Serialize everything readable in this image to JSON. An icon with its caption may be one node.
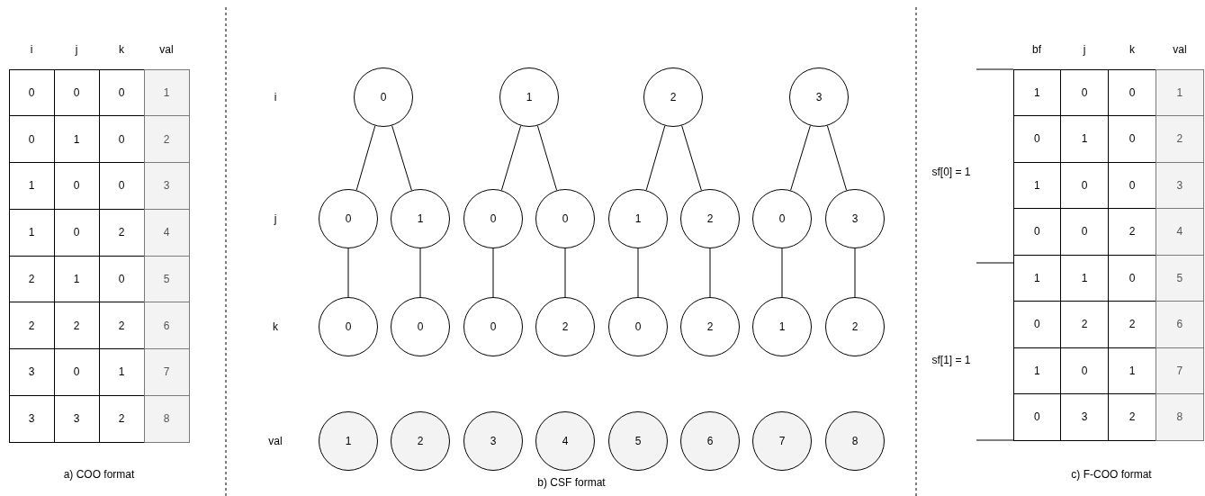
{
  "diagram": {
    "nodes": [
      {
        "text": [
          "0"
        ]
      },
      {
        "text": [
          "1"
        ]
      },
      {
        "text": [
          "2"
        ]
      },
      {
        "text": [
          "3"
        ]
      },
      {
        "text": [
          "0"
        ]
      },
      {
        "text": [
          "1"
        ]
      },
      {
        "text": [
          "0"
        ]
      },
      {
        "text": [
          "0"
        ]
      },
      {
        "text": [
          "1"
        ]
      },
      {
        "text": [
          "2"
        ]
      },
      {
        "text": [
          "0"
        ]
      },
      {
        "text": [
          "3"
        ]
      },
      {
        "text": [
          "0"
        ]
      },
      {
        "text": [
          "0"
        ]
      },
      {
        "text": [
          "0"
        ]
      },
      {
        "text": [
          "2"
        ]
      },
      {
        "text": [
          "0"
        ]
      },
      {
        "text": [
          "2"
        ]
      },
      {
        "text": [
          "1"
        ]
      },
      {
        "text": [
          "2"
        ]
      },
      {
        "text": [
          "1"
        ]
      },
      {
        "text": [
          "2"
        ]
      },
      {
        "text": [
          "3"
        ]
      },
      {
        "text": [
          "4"
        ]
      },
      {
        "text": [
          "5"
        ]
      },
      {
        "text": [
          "6"
        ]
      },
      {
        "text": [
          "7"
        ]
      },
      {
        "text": [
          "8"
        ]
      }
    ],
    "edges": [
      {
        "from": 0,
        "to": 4,
        "arrow": "none"
      },
      {
        "from": 0,
        "to": 5,
        "arrow": "none"
      },
      {
        "from": 1,
        "to": 6,
        "arrow": "none"
      },
      {
        "from": 1,
        "to": 7,
        "arrow": "none"
      },
      {
        "from": 2,
        "to": 8,
        "arrow": "none"
      },
      {
        "from": 2,
        "to": 9,
        "arrow": "none"
      },
      {
        "from": 3,
        "to": 10,
        "arrow": "none"
      },
      {
        "from": 3,
        "to": 11,
        "arrow": "none"
      },
      {
        "from": 4,
        "to": 12,
        "arrow": "none"
      },
      {
        "from": 5,
        "to": 13,
        "arrow": "none"
      },
      {
        "from": 6,
        "to": 14,
        "arrow": "none"
      },
      {
        "from": 7,
        "to": 15,
        "arrow": "none"
      },
      {
        "from": 8,
        "to": 16,
        "arrow": "none"
      },
      {
        "from": 9,
        "to": 17,
        "arrow": "none"
      },
      {
        "from": 10,
        "to": 18,
        "arrow": "none"
      },
      {
        "from": 11,
        "to": 19,
        "arrow": "none"
      }
    ],
    "labels": [
      "i",
      "j",
      "k",
      "val",
      "0",
      "0",
      "0",
      "1",
      "0",
      "1",
      "0",
      "2",
      "1",
      "0",
      "0",
      "3",
      "1",
      "0",
      "2",
      "4",
      "2",
      "1",
      "0",
      "5",
      "2",
      "2",
      "2",
      "6",
      "3",
      "0",
      "1",
      "7",
      "3",
      "3",
      "2",
      "8",
      "a) COO format",
      "i",
      "j",
      "k",
      "val",
      "b) CSF format",
      "bf",
      "j",
      "k",
      "val",
      "sf[0] = 1",
      "sf[1] = 1",
      "1",
      "0",
      "0",
      "1",
      "0",
      "1",
      "0",
      "2",
      "1",
      "0",
      "0",
      "3",
      "0",
      "0",
      "2",
      "4",
      "1",
      "1",
      "0",
      "5",
      "0",
      "2",
      "2",
      "6",
      "1",
      "0",
      "1",
      "7",
      "0",
      "3",
      "2",
      "8",
      "c) F-COO format"
    ]
  }
}
